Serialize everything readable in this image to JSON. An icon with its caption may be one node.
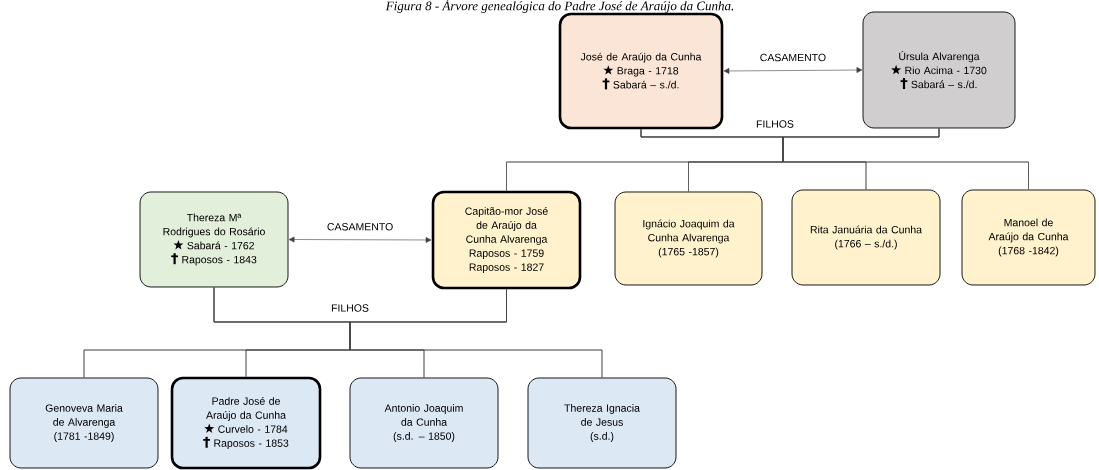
{
  "diagram": {
    "title": "Figura 8 - Árvore genealógica do Padre José de Araújo da Cunha.",
    "nodes": [
      {
        "text": [
          "José de Araújo da Cunha",
          "Braga - 1718",
          "Sabará – s./d."
        ]
      },
      {
        "text": [
          "Úrsula Alvarenga",
          "Rio Acima - 1730",
          "Sabará – s./d."
        ]
      },
      {
        "text": [
          "Thereza Mª Rodrigues do Rosário",
          "Sabará - 1762",
          "Raposos - 1843"
        ]
      },
      {
        "text": [
          "Capitão-mor José de Araújo da Cunha Alvarenga",
          "Raposos - 1759",
          "Raposos - 1827"
        ]
      },
      {
        "text": [
          "Ignácio Joaquim da Cunha Alvarenga",
          "(1765 -1857)"
        ]
      },
      {
        "text": [
          "Rita Januária da Cunha",
          "(1766 – s./d.)"
        ]
      },
      {
        "text": [
          "Manoel de Araújo da Cunha",
          "(1768 -1842)"
        ]
      },
      {
        "text": [
          "Genoveva Maria de Alvarenga",
          "(1781 -1849)"
        ]
      },
      {
        "text": [
          "Padre José de Araújo da Cunha",
          "Curvelo - 1784",
          "Raposos - 1853"
        ]
      },
      {
        "text": [
          "Antonio Joaquim da Cunha",
          "(s.d. – 1850)"
        ]
      },
      {
        "text": [
          "Thereza Ignacia de Jesus",
          "(s.d.)"
        ]
      }
    ],
    "edges": [
      {
        "from": 0,
        "to": 1,
        "arrow": "both",
        "label": "CASAMENTO"
      },
      {
        "from": 2,
        "to": 3,
        "arrow": "both",
        "label": "CASAMENTO"
      },
      {
        "from": 0,
        "to": 3,
        "arrow": "none"
      },
      {
        "from": 0,
        "to": 4,
        "arrow": "none"
      },
      {
        "from": 0,
        "to": 5,
        "arrow": "none"
      },
      {
        "from": 0,
        "to": 6,
        "arrow": "none"
      },
      {
        "from": 1,
        "to": 3,
        "arrow": "none"
      },
      {
        "from": 1,
        "to": 4,
        "arrow": "none"
      },
      {
        "from": 1,
        "to": 5,
        "arrow": "none"
      },
      {
        "from": 1,
        "to": 6,
        "arrow": "none"
      },
      {
        "from": 2,
        "to": 7,
        "arrow": "none"
      },
      {
        "from": 2,
        "to": 8,
        "arrow": "none"
      },
      {
        "from": 2,
        "to": 9,
        "arrow": "none"
      },
      {
        "from": 2,
        "to": 10,
        "arrow": "none"
      },
      {
        "from": 3,
        "to": 7,
        "arrow": "none"
      },
      {
        "from": 3,
        "to": 8,
        "arrow": "none"
      },
      {
        "from": 3,
        "to": 9,
        "arrow": "none"
      },
      {
        "from": 3,
        "to": 10,
        "arrow": "none"
      }
    ],
    "labels": [
      "FILHOS",
      "FILHOS"
    ]
  }
}
